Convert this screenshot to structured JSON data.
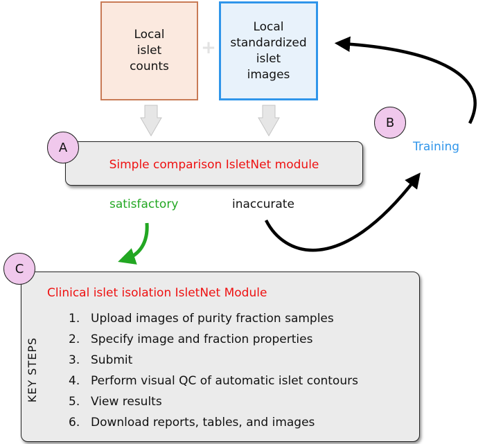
{
  "inputs": {
    "counts_label": "Local\nislet\ncounts",
    "plus_glyph": "+",
    "images_label": "Local\nstandardized\nislet\nimages"
  },
  "module_a": {
    "badge": "A",
    "title": "Simple comparison IsletNet module"
  },
  "outcomes": {
    "satisfactory": "satisfactory",
    "inaccurate": "inaccurate"
  },
  "training": {
    "badge": "B",
    "label": "Training"
  },
  "module_c": {
    "badge": "C",
    "title": "Clinical islet isolation IsletNet Module",
    "side_label": "KEY STEPS",
    "steps": [
      {
        "num": "1.",
        "text": "Upload images of purity fraction samples"
      },
      {
        "num": "2.",
        "text": "Specify image and fraction properties"
      },
      {
        "num": "3.",
        "text": "Submit"
      },
      {
        "num": "4.",
        "text": "Perform visual QC of automatic islet contours"
      },
      {
        "num": "5.",
        "text": "View results"
      },
      {
        "num": "6.",
        "text": "Download reports, tables, and images"
      }
    ]
  },
  "colors": {
    "accent_red": "#ee1111",
    "satisfactory_green": "#22a722",
    "training_blue": "#2f95ea",
    "badge_pink": "#f0c8ec"
  }
}
